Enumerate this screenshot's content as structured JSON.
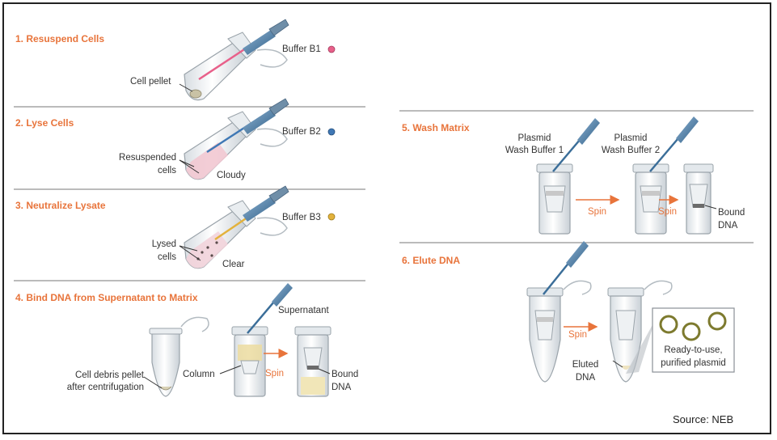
{
  "steps": {
    "s1": {
      "title": "1. Resuspend Cells",
      "buffer": "Buffer B1",
      "pellet": "Cell pellet"
    },
    "s2": {
      "title": "2. Lyse Cells",
      "buffer": "Buffer B2",
      "resuspended_line1": "Resuspended",
      "resuspended_line2": "cells",
      "state": "Cloudy"
    },
    "s3": {
      "title": "3. Neutralize Lysate",
      "buffer": "Buffer B3",
      "lysed_line1": "Lysed",
      "lysed_line2": "cells",
      "state": "Clear"
    },
    "s4": {
      "title": "4. Bind DNA from Supernatant to Matrix",
      "supernatant": "Supernatant",
      "debris_line1": "Cell debris pellet",
      "debris_line2": "after centrifugation",
      "column": "Column",
      "spin": "Spin",
      "bound_line1": "Bound",
      "bound_line2": "DNA"
    },
    "s5": {
      "title": "5. Wash Matrix",
      "wash1_line1": "Plasmid",
      "wash1_line2": "Wash Buffer 1",
      "wash2_line1": "Plasmid",
      "wash2_line2": "Wash Buffer 2",
      "spin1": "Spin",
      "spin2": "Spin",
      "bound_line1": "Bound",
      "bound_line2": "DNA"
    },
    "s6": {
      "title": "6. Elute DNA",
      "spin": "Spin",
      "eluted_line1": "Eluted",
      "eluted_line2": "DNA",
      "plasmid_line1": "Ready-to-use,",
      "plasmid_line2": "purified plasmid"
    }
  },
  "source": "Source: NEB",
  "colors": {
    "accent": "#e8743b",
    "buffer_b1": "#e8608a",
    "buffer_b2": "#3f78b5",
    "buffer_b3": "#e3b23c",
    "pipette_blue": "#3b6e99",
    "plasmid_ring": "#7d7a2e"
  }
}
